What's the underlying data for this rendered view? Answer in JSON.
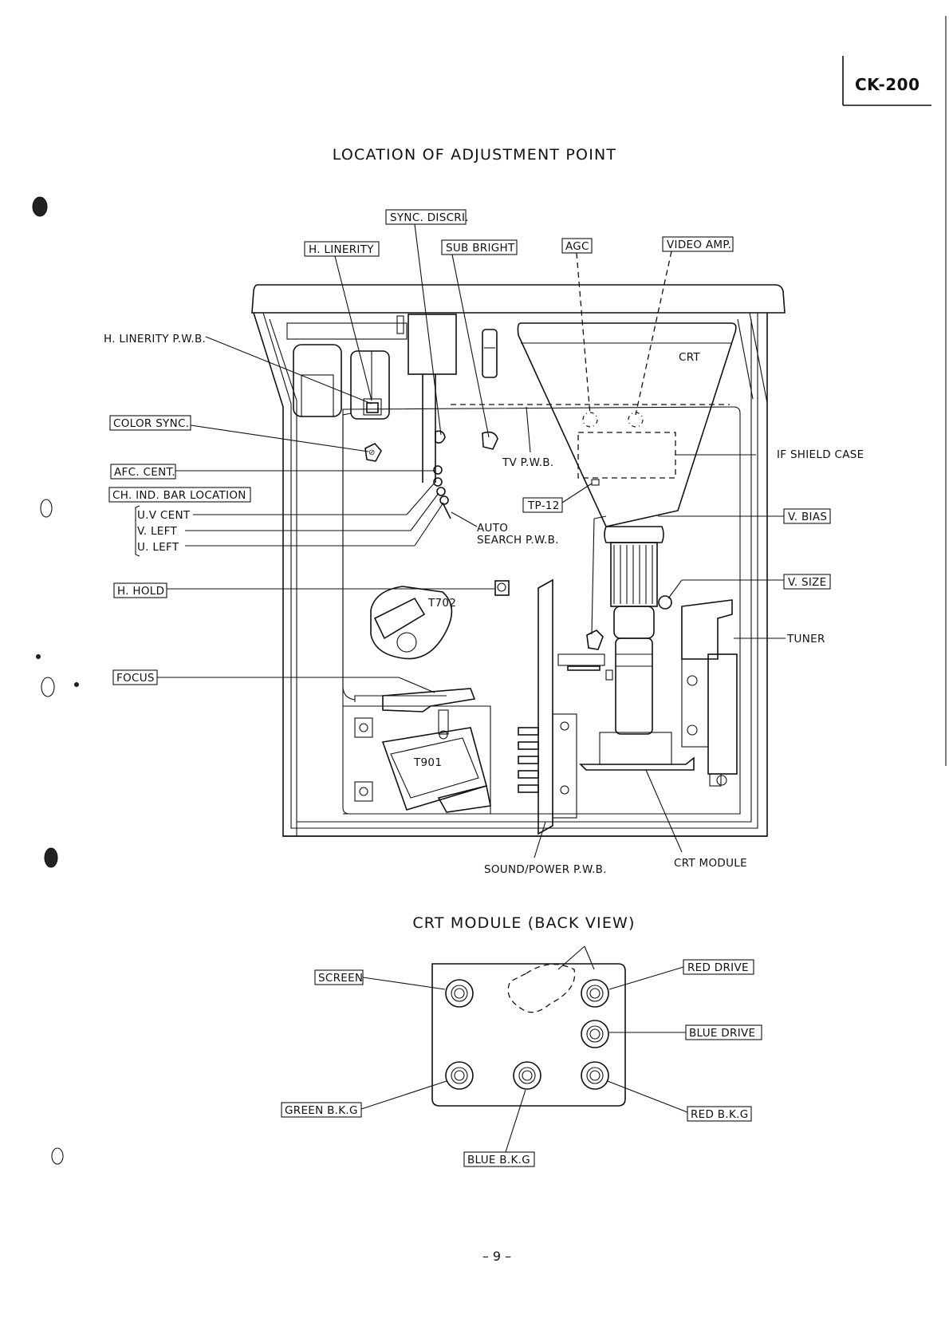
{
  "header": {
    "model": "CK-200"
  },
  "titles": {
    "main": "LOCATION OF ADJUSTMENT POINT",
    "module": "CRT MODULE (BACK VIEW)"
  },
  "labels": {
    "sync_discri": "SYNC. DISCRI.",
    "h_linerity": "H. LINERITY",
    "sub_bright": "SUB BRIGHT",
    "agc": "AGC",
    "video_amp": "VIDEO AMP.",
    "h_linerity_pwb": "H. LINERITY P.W.B.",
    "crt": "CRT",
    "color_sync": "COLOR SYNC.",
    "if_shield_case": "IF SHIELD CASE",
    "tv_pwb": "TV P.W.B.",
    "afc_cent": "AFC. CENT.",
    "ch_ind_bar_location": "CH. IND. BAR LOCATION",
    "uv_cent": "U.V CENT",
    "v_left": "V. LEFT",
    "u_left": "U. LEFT",
    "auto": "AUTO",
    "search_pwb": "SEARCH P.W.B.",
    "tp_12": "TP-12",
    "v_bias": "V. BIAS",
    "h_hold": "H. HOLD",
    "t702": "T702",
    "v_size": "V. SIZE",
    "tuner": "TUNER",
    "focus": "FOCUS",
    "t901": "T901",
    "sound_power_pwb": "SOUND/POWER P.W.B.",
    "crt_module": "CRT MODULE",
    "screen": "SCREEN",
    "red_drive": "RED DRIVE",
    "blue_drive": "BLUE DRIVE",
    "green_bkg": "GREEN B.K.G",
    "red_bkg": "RED B.K.G",
    "blue_bkg": "BLUE B.K.G"
  },
  "footer": {
    "page": "– 9 –"
  }
}
